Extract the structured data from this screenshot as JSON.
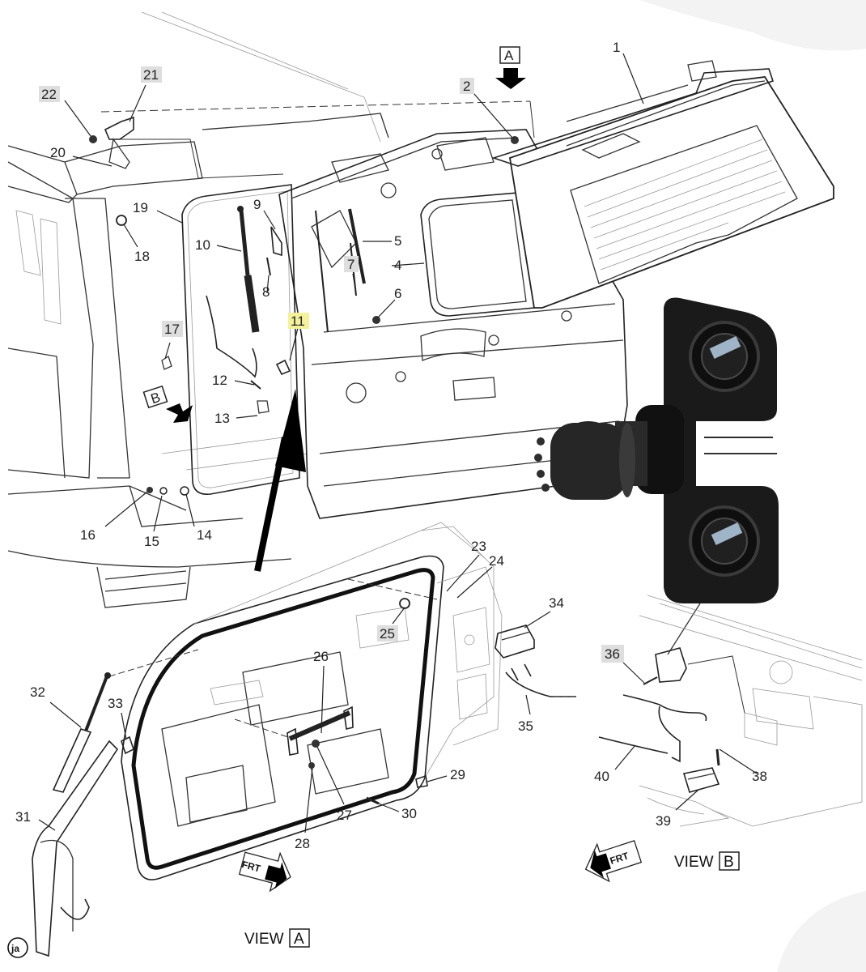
{
  "callouts": [
    {
      "id": "1",
      "text": "1"
    },
    {
      "id": "2",
      "text": "2"
    },
    {
      "id": "4",
      "text": "4"
    },
    {
      "id": "5",
      "text": "5"
    },
    {
      "id": "6",
      "text": "6"
    },
    {
      "id": "7",
      "text": "7"
    },
    {
      "id": "8",
      "text": "8"
    },
    {
      "id": "9",
      "text": "9"
    },
    {
      "id": "10",
      "text": "10"
    },
    {
      "id": "11",
      "text": "11"
    },
    {
      "id": "12",
      "text": "12"
    },
    {
      "id": "13",
      "text": "13"
    },
    {
      "id": "14",
      "text": "14"
    },
    {
      "id": "15",
      "text": "15"
    },
    {
      "id": "16",
      "text": "16"
    },
    {
      "id": "17",
      "text": "17"
    },
    {
      "id": "18",
      "text": "18"
    },
    {
      "id": "19",
      "text": "19"
    },
    {
      "id": "20",
      "text": "20"
    },
    {
      "id": "21",
      "text": "21"
    },
    {
      "id": "22",
      "text": "22"
    },
    {
      "id": "23",
      "text": "23"
    },
    {
      "id": "24",
      "text": "24"
    },
    {
      "id": "25",
      "text": "25"
    },
    {
      "id": "26",
      "text": "26"
    },
    {
      "id": "27",
      "text": "27"
    },
    {
      "id": "28",
      "text": "28"
    },
    {
      "id": "29",
      "text": "29"
    },
    {
      "id": "30",
      "text": "30"
    },
    {
      "id": "31",
      "text": "31"
    },
    {
      "id": "32",
      "text": "32"
    },
    {
      "id": "33",
      "text": "33"
    },
    {
      "id": "34",
      "text": "34"
    },
    {
      "id": "35",
      "text": "35"
    },
    {
      "id": "36",
      "text": "36"
    },
    {
      "id": "38",
      "text": "38"
    },
    {
      "id": "39",
      "text": "39"
    },
    {
      "id": "40",
      "text": "40"
    }
  ],
  "view_markers": {
    "a_box": "A",
    "b_box": "B"
  },
  "view_labels": {
    "view_word_a": "VIEW",
    "view_letter_a": "A",
    "view_word_b": "VIEW",
    "view_letter_b": "B"
  },
  "frt_label": "FRT",
  "badge": "ja",
  "colors": {
    "highlight": "#f4f19a",
    "callout_bg": "#dedede",
    "line": "#333333",
    "photo_dark": "#1a1a1a"
  }
}
